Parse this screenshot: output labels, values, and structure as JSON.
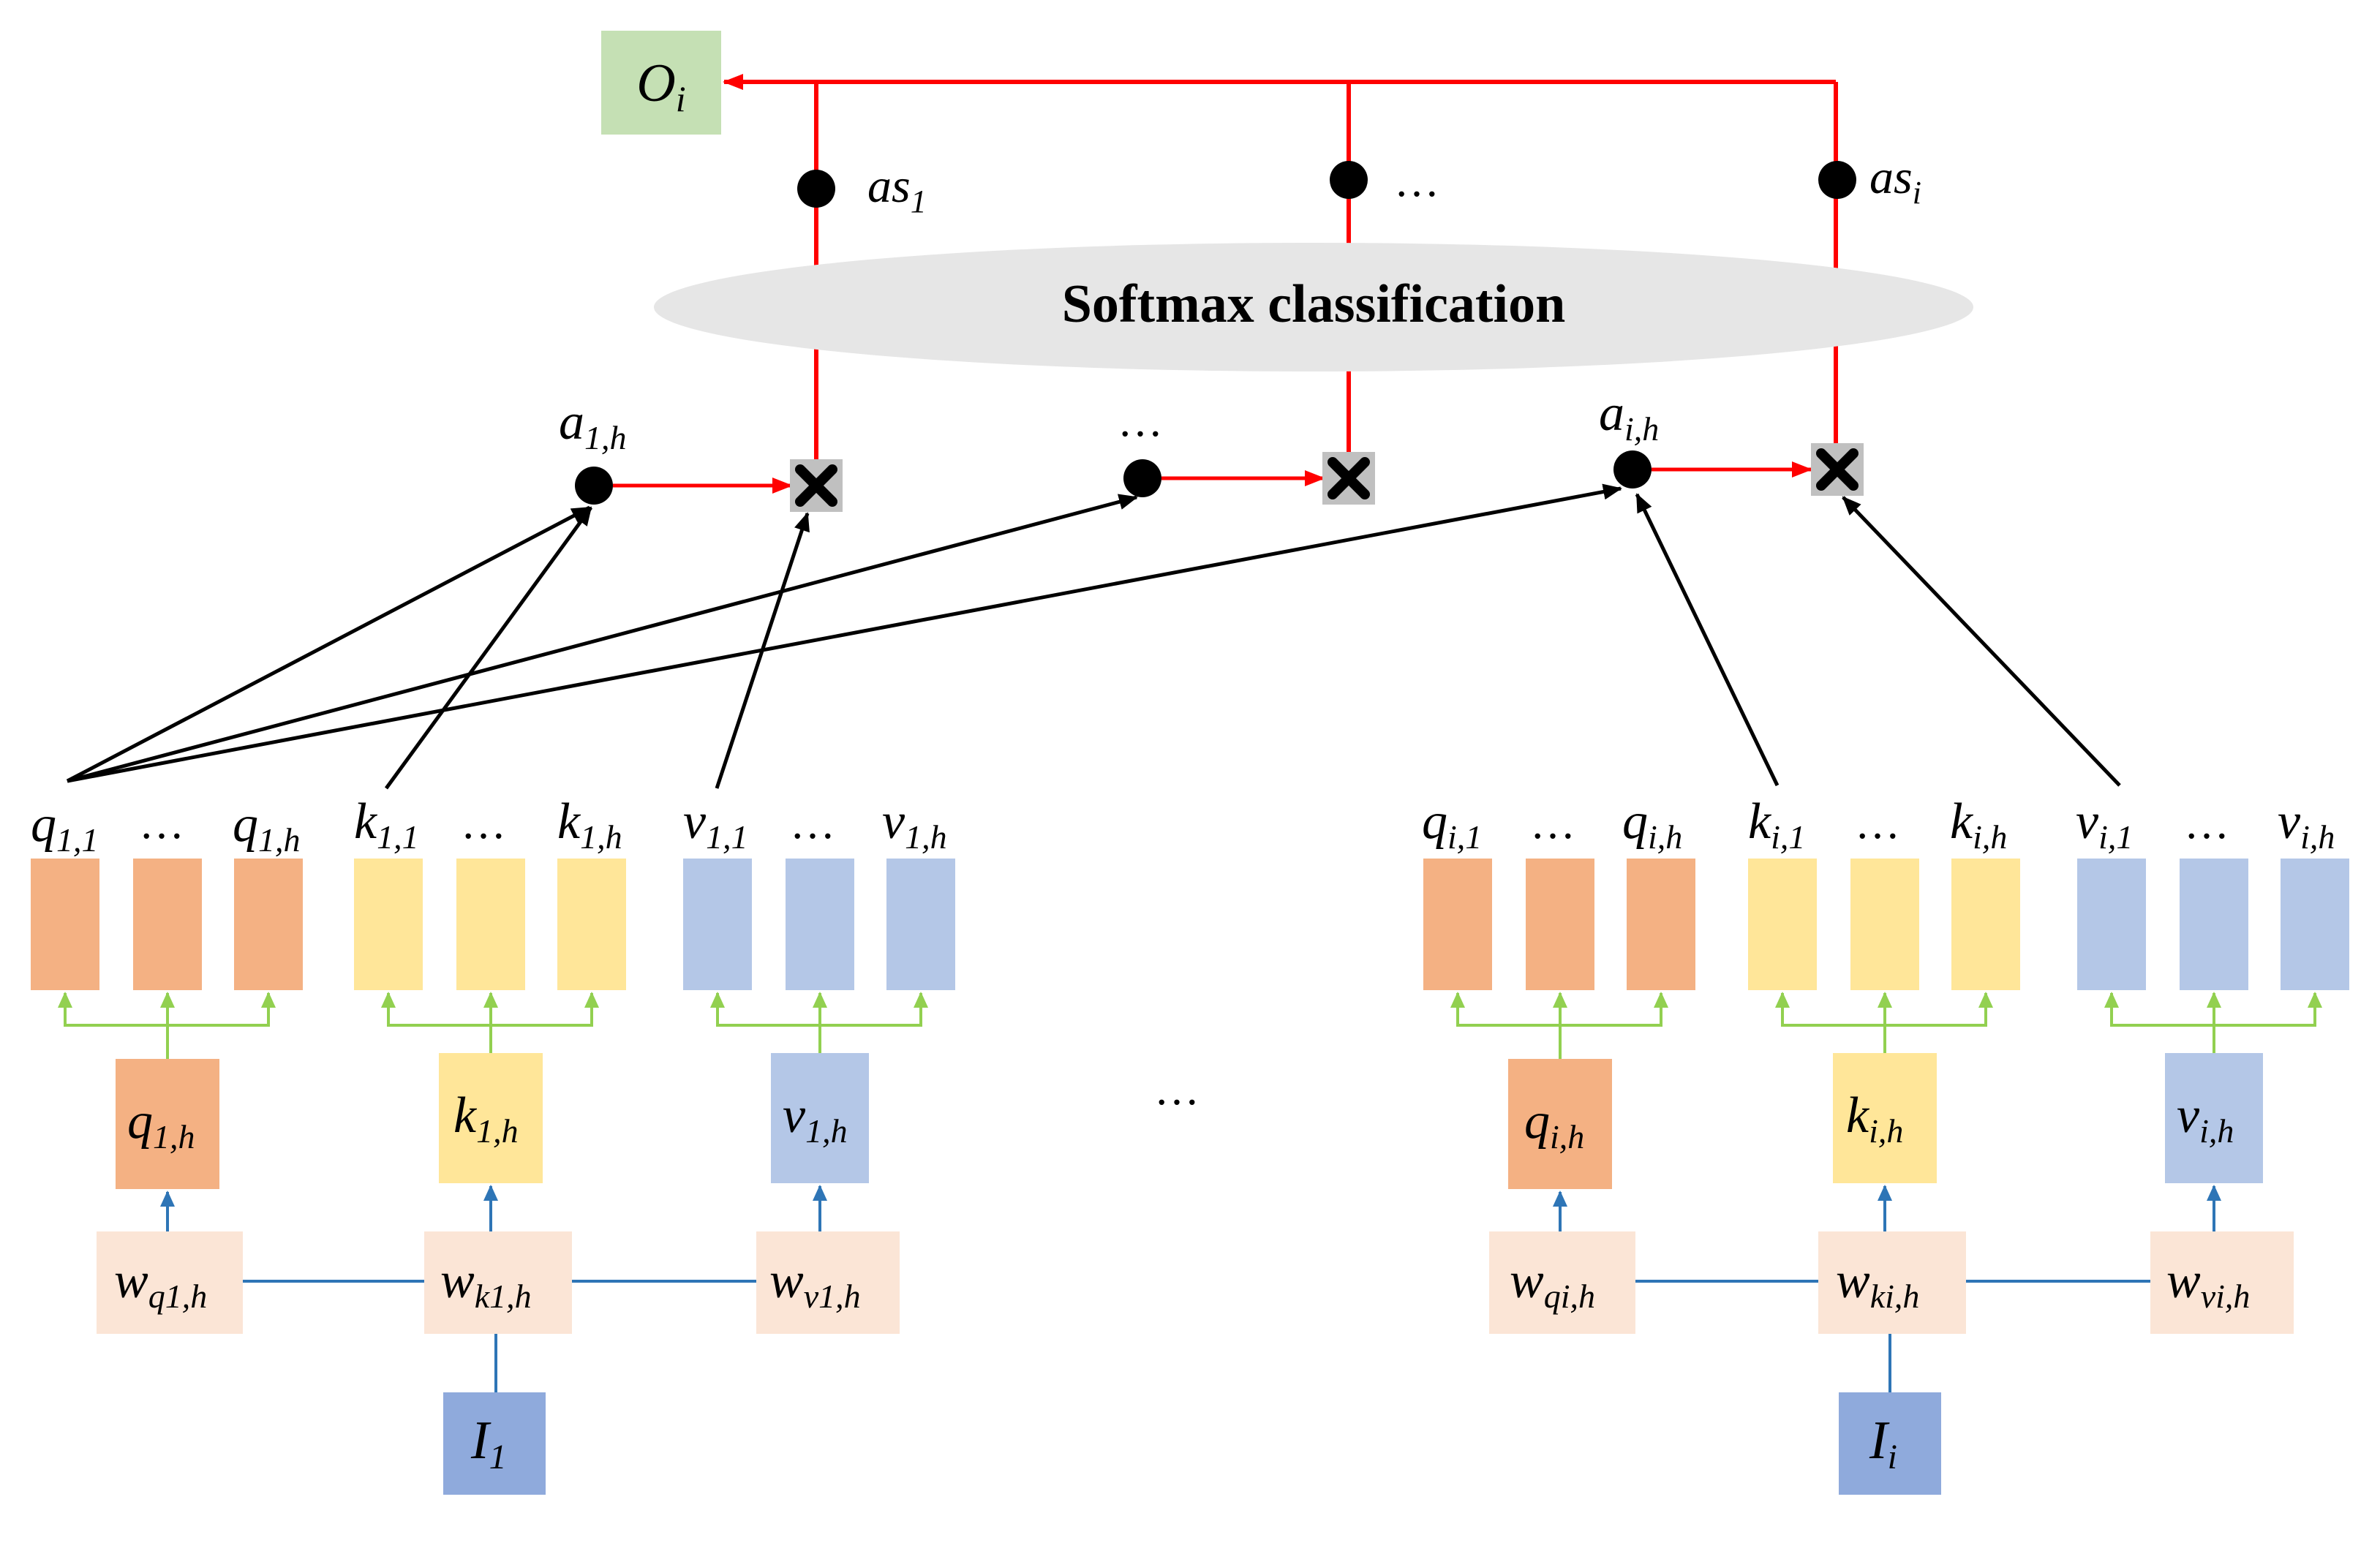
{
  "output": {
    "base": "O",
    "sub": "i"
  },
  "softmax": {
    "label": "Softmax classification"
  },
  "as_labels": [
    {
      "base": "as",
      "sub": "1"
    },
    {
      "base": "…",
      "sub": ""
    },
    {
      "base": "as",
      "sub": "i"
    }
  ],
  "a_labels": [
    {
      "base": "a",
      "sub": "1,h"
    },
    {
      "base": "…",
      "sub": ""
    },
    {
      "base": "a",
      "sub": "i,h"
    }
  ],
  "middle_ellipsis": "…",
  "groups": [
    {
      "q_heads": [
        {
          "base": "q",
          "sub": "1,1"
        },
        {
          "base": "…",
          "sub": ""
        },
        {
          "base": "q",
          "sub": "1,h"
        }
      ],
      "k_heads": [
        {
          "base": "k",
          "sub": "1,1"
        },
        {
          "base": "…",
          "sub": ""
        },
        {
          "base": "k",
          "sub": "1,h"
        }
      ],
      "v_heads": [
        {
          "base": "v",
          "sub": "1,1"
        },
        {
          "base": "…",
          "sub": ""
        },
        {
          "base": "v",
          "sub": "1,h"
        }
      ],
      "q_proj": {
        "base": "q",
        "sub": "1,h"
      },
      "k_proj": {
        "base": "k",
        "sub": "1,h"
      },
      "v_proj": {
        "base": "v",
        "sub": "1,h"
      },
      "wq": {
        "base": "w",
        "sub": "q1,h"
      },
      "wk": {
        "base": "w",
        "sub": "k1,h"
      },
      "wv": {
        "base": "w",
        "sub": "v1,h"
      },
      "input": {
        "base": "I",
        "sub": "1"
      }
    },
    {
      "q_heads": [
        {
          "base": "q",
          "sub": "i,1"
        },
        {
          "base": "…",
          "sub": ""
        },
        {
          "base": "q",
          "sub": "i,h"
        }
      ],
      "k_heads": [
        {
          "base": "k",
          "sub": "i,1"
        },
        {
          "base": "…",
          "sub": ""
        },
        {
          "base": "k",
          "sub": "i,h"
        }
      ],
      "v_heads": [
        {
          "base": "v",
          "sub": "i,1"
        },
        {
          "base": "…",
          "sub": ""
        },
        {
          "base": "v",
          "sub": "i,h"
        }
      ],
      "q_proj": {
        "base": "q",
        "sub": "i,h"
      },
      "k_proj": {
        "base": "k",
        "sub": "i,h"
      },
      "v_proj": {
        "base": "v",
        "sub": "i,h"
      },
      "wq": {
        "base": "w",
        "sub": "qi,h"
      },
      "wk": {
        "base": "w",
        "sub": "ki,h"
      },
      "wv": {
        "base": "w",
        "sub": "vi,h"
      },
      "input": {
        "base": "I",
        "sub": "i"
      }
    }
  ],
  "colors": {
    "q": "#f4b183",
    "k": "#ffe699",
    "v": "#b4c7e7",
    "w": "#fbe5d6",
    "input": "#8faadc",
    "output": "#c5e0b4",
    "softmax": "#e6e6e6",
    "red": "#ff0000",
    "green": "#92d050",
    "blue": "#2e75b6",
    "black": "#000000",
    "multiply_bg": "#c0c0c0"
  },
  "icons": {
    "multiply": "multiply-icon",
    "node": "dot-node"
  }
}
